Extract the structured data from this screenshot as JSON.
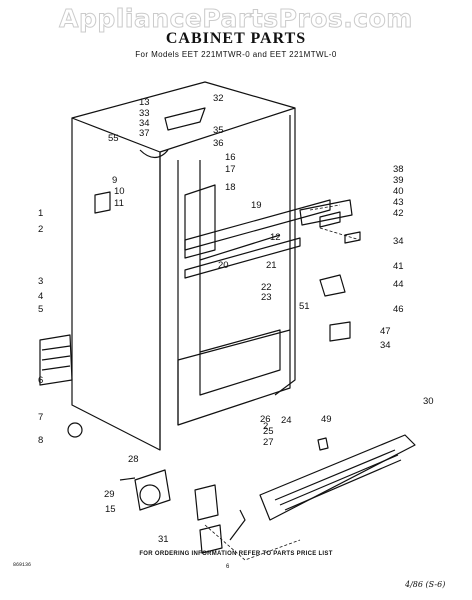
{
  "watermark": "AppliancePartsPros.com",
  "title": "CABINET PARTS",
  "subtitle": "For Models EET 221MTWR-0 and EET 221MTWL-0",
  "footer_note": "FOR ORDERING INFORMATION REFER TO PARTS PRICE LIST",
  "doc_number": "869136",
  "page_number": "6",
  "handwritten_note": "4/86  (S-6)",
  "callouts": [
    "1",
    "2",
    "3",
    "4",
    "5",
    "6",
    "7",
    "8",
    "9",
    "10",
    "11",
    "12",
    "13",
    "15",
    "16",
    "17",
    "18",
    "19",
    "20",
    "21",
    "22",
    "23",
    "24",
    "25",
    "26",
    "27",
    "28",
    "29",
    "30",
    "31",
    "32",
    "33",
    "34",
    "35",
    "36",
    "37",
    "38",
    "39",
    "40",
    "41",
    "42",
    "43",
    "44",
    "46",
    "47",
    "49",
    "51",
    "55"
  ]
}
